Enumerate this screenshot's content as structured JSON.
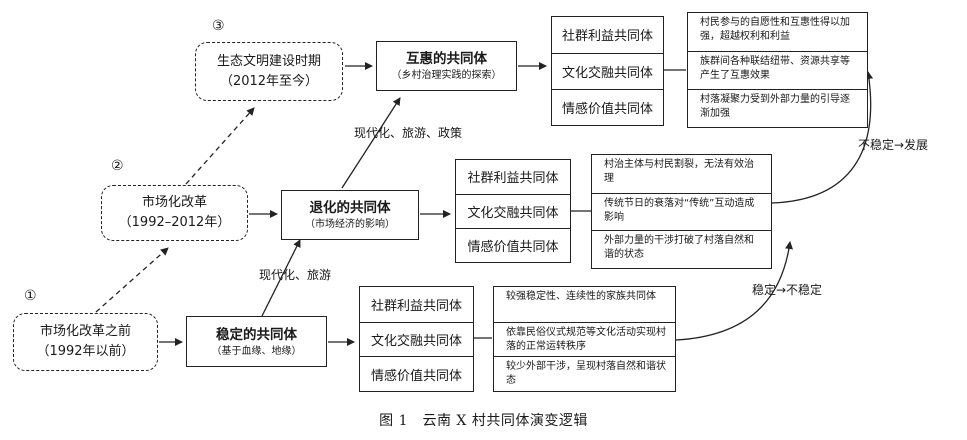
{
  "caption": "图 1　云南 X 村共同体演变逻辑",
  "eras": [
    {
      "num": "①",
      "line1": "市场化改革之前",
      "line2": "（1992年以前）"
    },
    {
      "num": "②",
      "line1": "市场化改革",
      "line2": "（1992–2012年）"
    },
    {
      "num": "③",
      "line1": "生态文明建设时期",
      "line2": "（2012年至今）"
    }
  ],
  "stages": [
    {
      "title": "稳定的共同体",
      "sub": "（基于血缘、地缘）"
    },
    {
      "title": "退化的共同体",
      "sub": "（市场经济的影响）"
    },
    {
      "title": "互惠的共同体",
      "sub": "（乡村治理实践的探索）"
    }
  ],
  "communities": [
    "社群利益共同体",
    "文化交融共同体",
    "情感价值共同体"
  ],
  "drivers": [
    "现代化、旅游",
    "现代化、旅游、政策"
  ],
  "descriptions": [
    [
      "较强稳定性、连续性的家族共同体",
      "依靠民俗仪式规范等文化活动实现村落的正常运转秩序",
      "较少外部干涉，呈现村落自然和谐状态"
    ],
    [
      "村治主体与村民割裂，无法有效治理",
      "传统节日的衰落对“传统”互动造成影响",
      "外部力量的干涉打破了村落自然和谐的状态"
    ],
    [
      "村民参与的自愿性和互惠性得以加强，超越权利和利益",
      "族群间各种联结纽带、资源共享等产生了互惠效果",
      "村落凝聚力受到外部力量的引导逐渐加强"
    ]
  ],
  "transitions": [
    "稳定→不稳定",
    "不稳定→发展"
  ]
}
